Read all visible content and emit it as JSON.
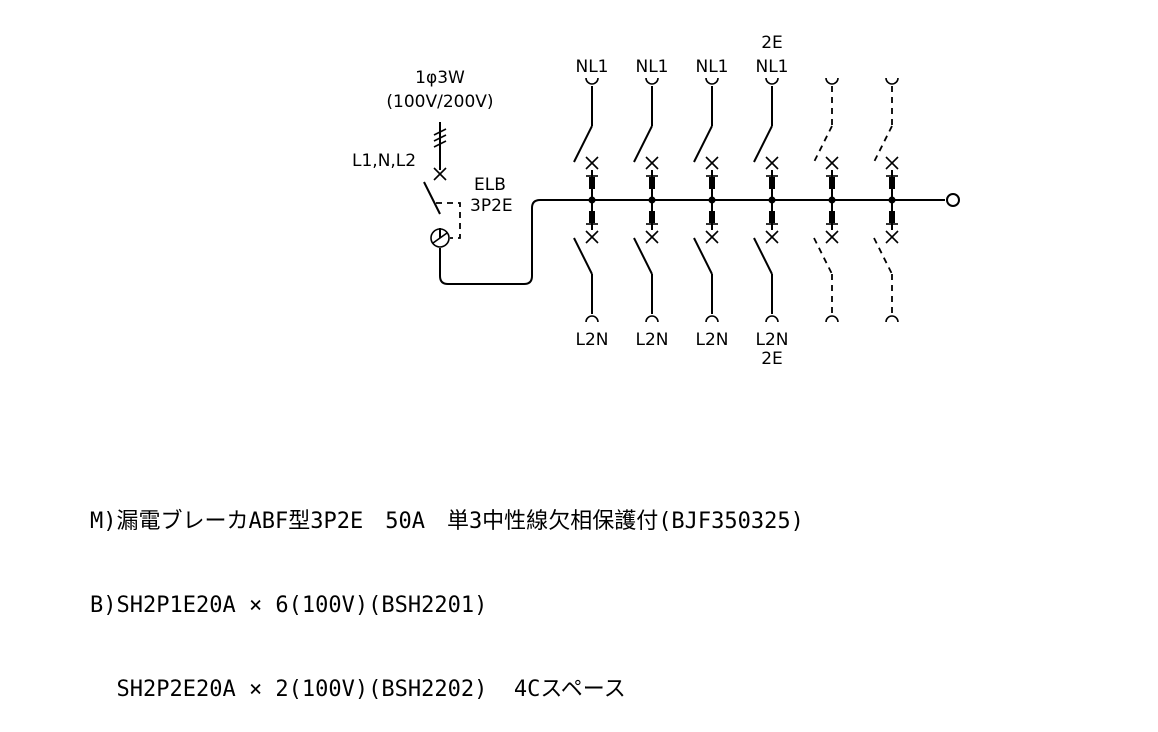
{
  "supply": {
    "line1": "1φ3W",
    "line2": "(100V/200V)",
    "terminals": "L1,N,L2"
  },
  "main_breaker": {
    "label1": "ELB",
    "label2": "3P2E"
  },
  "branches": [
    {
      "top": "NL1",
      "top2": "",
      "bottom": "L2N",
      "bottom2": "",
      "spare": false
    },
    {
      "top": "NL1",
      "top2": "",
      "bottom": "L2N",
      "bottom2": "",
      "spare": false
    },
    {
      "top": "NL1",
      "top2": "",
      "bottom": "L2N",
      "bottom2": "",
      "spare": false
    },
    {
      "top": "NL1",
      "top2": "2E",
      "bottom": "L2N",
      "bottom2": "2E",
      "spare": false
    },
    {
      "top": "",
      "top2": "",
      "bottom": "",
      "bottom2": "",
      "spare": true
    },
    {
      "top": "",
      "top2": "",
      "bottom": "",
      "bottom2": "",
      "spare": true
    }
  ],
  "notes": [
    "M)漏電ブレーカABF型3P2E　50A　単3中性線欠相保護付(BJF350325)",
    "B)SH2P1E20A × 6(100V)(BSH2201)",
    "  SH2P2E20A × 2(100V)(BSH2202)  4Cスペース"
  ]
}
